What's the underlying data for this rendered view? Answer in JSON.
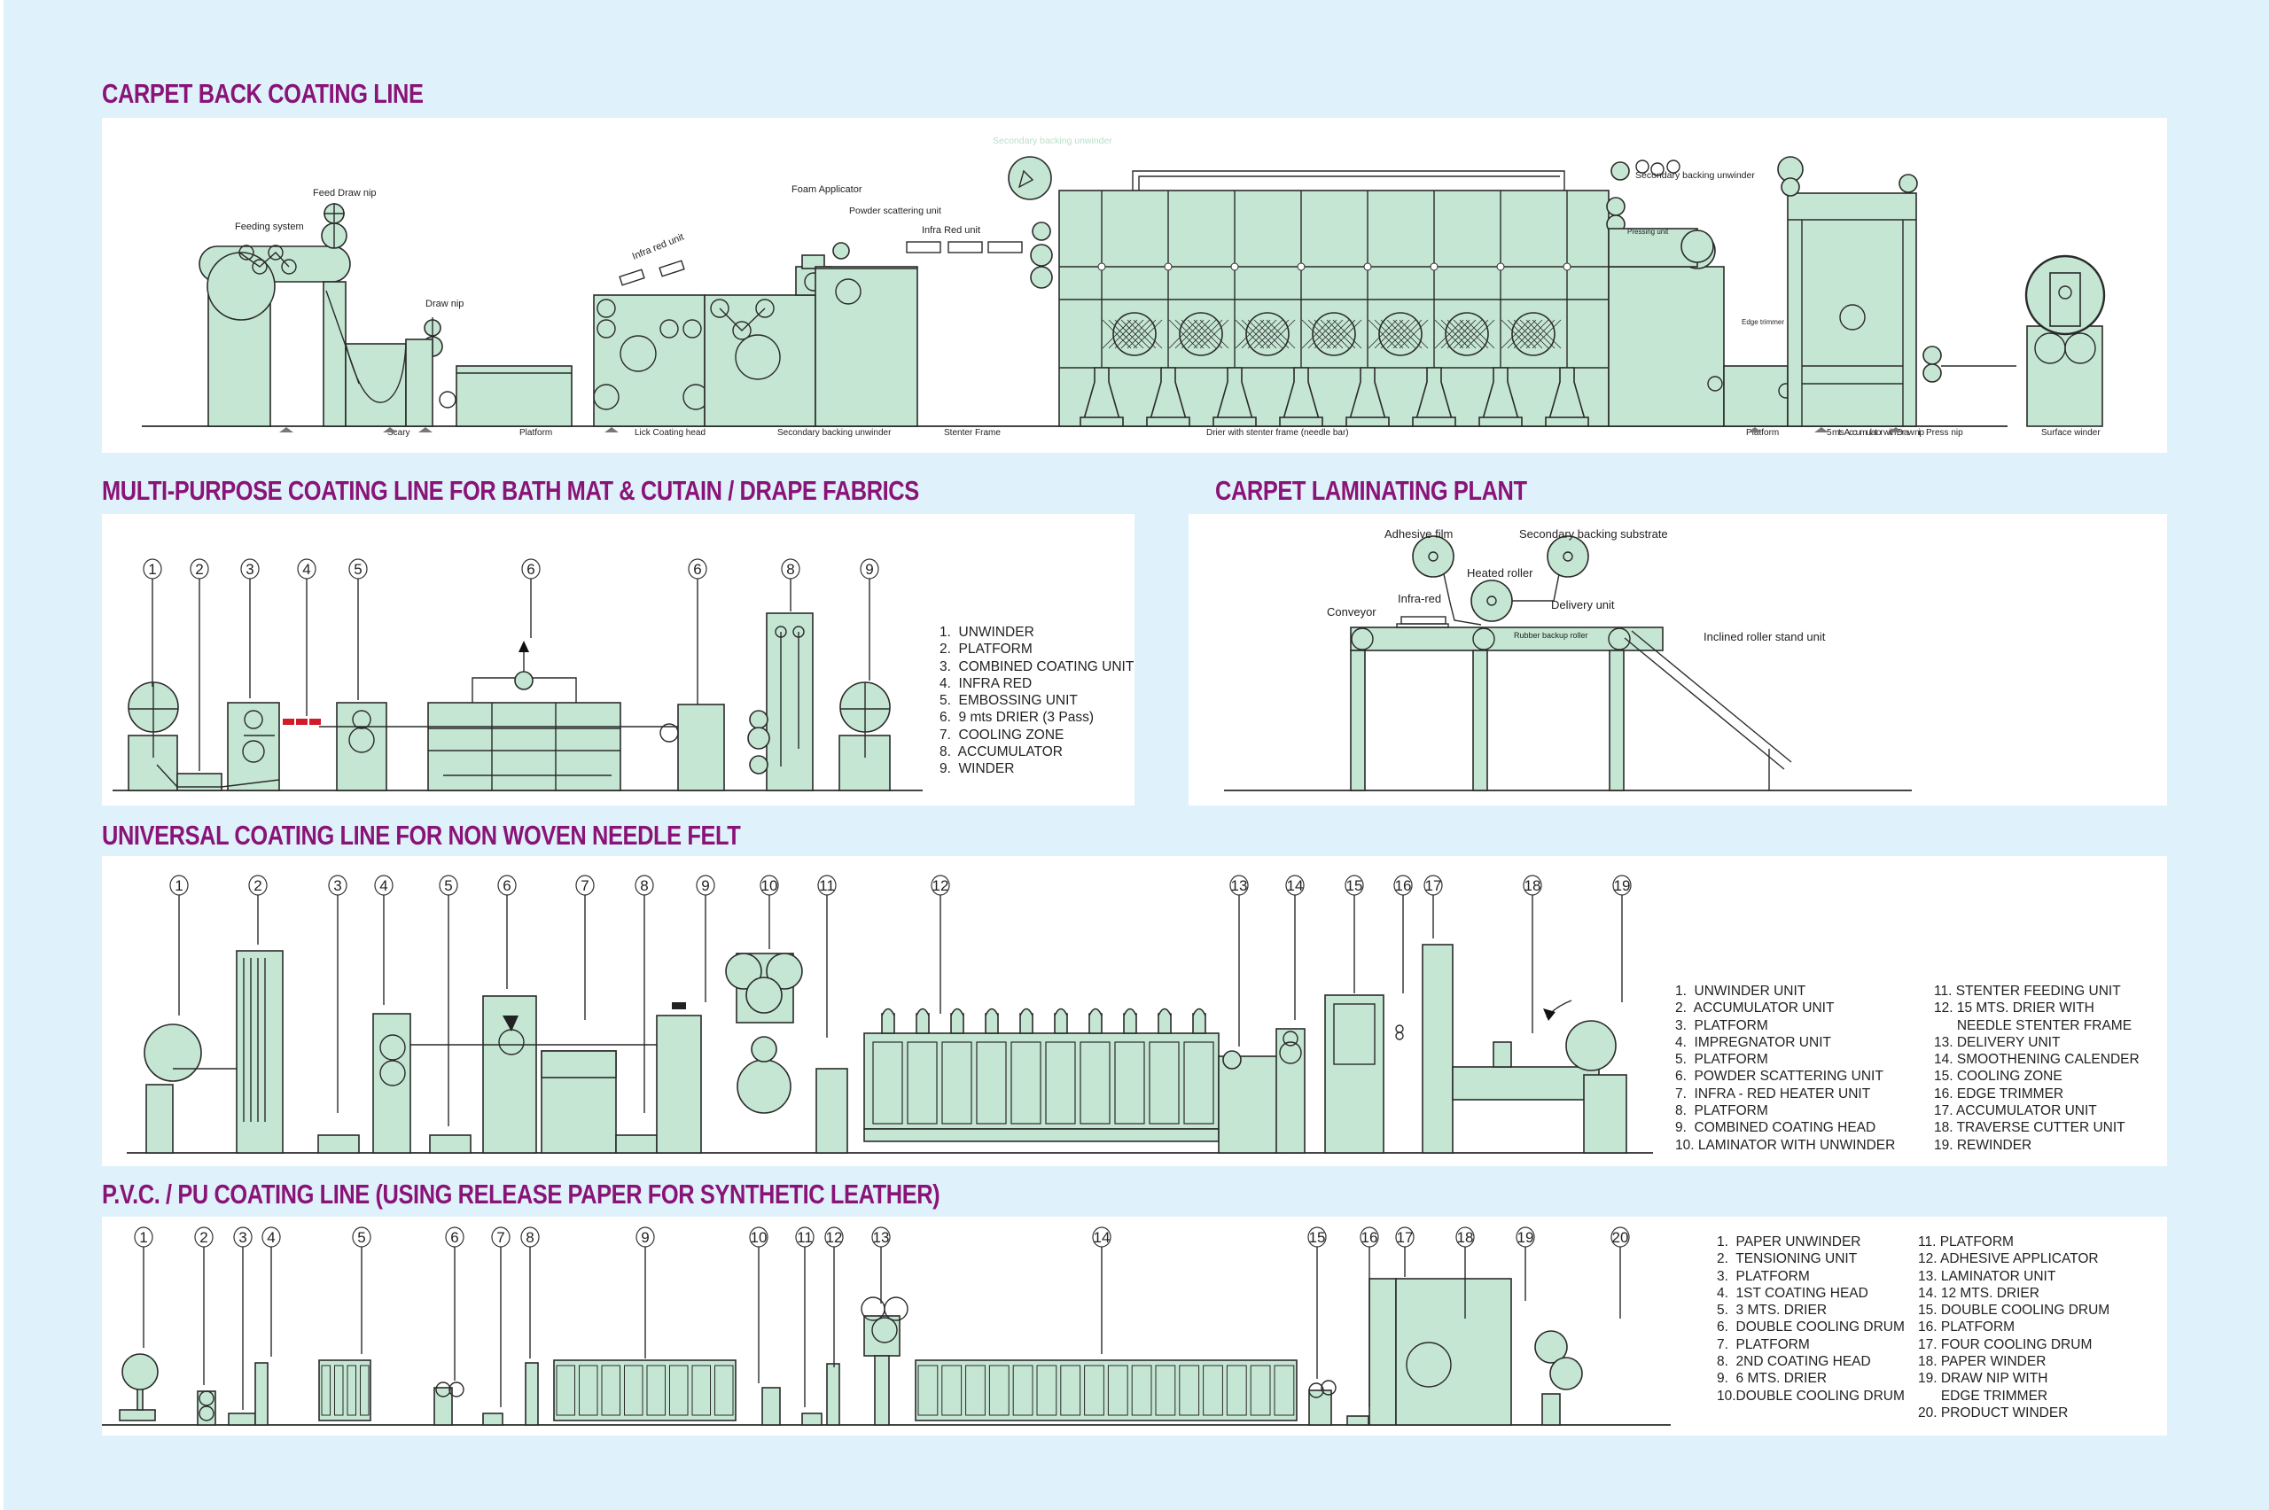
{
  "colors": {
    "background": "#dff2fc",
    "title": "#8a1377",
    "machine_fill": "#c5e6d3",
    "line": "#2a2a2a",
    "infra_red": "#d11b2a"
  },
  "sections": {
    "carpet_back": {
      "title": "CARPET BACK COATING LINE",
      "labels": {
        "feeding_system": "Feeding system",
        "feed_draw_nip": "Feed Draw nip",
        "draw_nip": "Draw nip",
        "infra_red_unit_1": "Infra red unit",
        "foam_applicator": "Foam Applicator",
        "powder_scattering": "Powder scattering unit",
        "infra_red_unit_2": "Infra Red unit",
        "secondary_backing_unwinder_top": "Secondary backing unwinder",
        "secondary_backing_unwinder_right": "Secondary backing unwinder",
        "pressing_unit": "Pressing unit",
        "edge_trimmer": "Edge trimmer"
      },
      "bottom_labels": [
        "Scary",
        "Platform",
        "Lick Coating head",
        "Secondary backing unwinder",
        "Stenter Frame",
        "Drier with stenter frame (needle bar)",
        "Platform",
        "5 mts Accumulator with Draw nip",
        "Press nip",
        "Surface winder"
      ]
    },
    "multi_purpose": {
      "title": "MULTI-PURPOSE COATING LINE FOR BATH MAT & CUTAIN / DRAPE FABRICS",
      "callouts": [
        "1",
        "2",
        "3",
        "4",
        "5",
        "6",
        "6",
        "8",
        "9"
      ],
      "legend": [
        "1.  UNWINDER",
        "2.  PLATFORM",
        "3.  COMBINED COATING UNIT",
        "4.  INFRA RED",
        "5.  EMBOSSING UNIT",
        "6.  9 mts DRIER (3 Pass)",
        "7.  COOLING ZONE",
        "8.  ACCUMULATOR",
        "9.  WINDER"
      ]
    },
    "laminating": {
      "title": "CARPET LAMINATING PLANT",
      "labels": {
        "adhesive_film": "Adhesive film",
        "secondary_backing_substrate": "Secondary backing substrate",
        "heated_roller": "Heated roller",
        "infra_red": "Infra-red",
        "delivery_unit": "Delivery unit",
        "conveyor": "Conveyor",
        "rubber_backup_roller": "Rubber backup roller",
        "inclined_roller_stand": "Inclined roller stand unit"
      }
    },
    "universal": {
      "title": "UNIVERSAL COATING LINE FOR NON WOVEN NEEDLE FELT",
      "callouts": [
        "1",
        "2",
        "3",
        "4",
        "5",
        "6",
        "7",
        "8",
        "9",
        "10",
        "11",
        "12",
        "13",
        "14",
        "15",
        "16",
        "17",
        "18",
        "19"
      ],
      "legend_left": [
        "1.  UNWINDER UNIT",
        "2.  ACCUMULATOR UNIT",
        "3.  PLATFORM",
        "4.  IMPREGNATOR UNIT",
        "5.  PLATFORM",
        "6.  POWDER SCATTERING UNIT",
        "7.  INFRA - RED HEATER UNIT",
        "8.  PLATFORM",
        "9.  COMBINED COATING HEAD",
        "10. LAMINATOR WITH UNWINDER"
      ],
      "legend_right": [
        "11. STENTER FEEDING UNIT",
        "12. 15 MTS. DRIER WITH",
        "      NEEDLE STENTER FRAME",
        "13. DELIVERY UNIT",
        "14. SMOOTHENING CALENDER",
        "15. COOLING ZONE",
        "16. EDGE TRIMMER",
        "17. ACCUMULATOR UNIT",
        "18. TRAVERSE CUTTER UNIT",
        "19. REWINDER"
      ]
    },
    "pvc_pu": {
      "title": "P.V.C. / PU COATING LINE (USING RELEASE PAPER FOR SYNTHETIC LEATHER)",
      "callouts": [
        "1",
        "2",
        "3",
        "4",
        "5",
        "6",
        "7",
        "8",
        "9",
        "10",
        "11",
        "12",
        "13",
        "14",
        "15",
        "16",
        "17",
        "18",
        "19",
        "20"
      ],
      "legend_left": [
        "1.  PAPER UNWINDER",
        "2.  TENSIONING UNIT",
        "3.  PLATFORM",
        "4.  1ST COATING HEAD",
        "5.  3 MTS. DRIER",
        "6.  DOUBLE COOLING DRUM",
        "7.  PLATFORM",
        "8.  2ND COATING HEAD",
        "9.  6 MTS. DRIER",
        "10.DOUBLE COOLING DRUM"
      ],
      "legend_right": [
        "11. PLATFORM",
        "12. ADHESIVE APPLICATOR",
        "13. LAMINATOR UNIT",
        "14. 12 MTS. DRIER",
        "15. DOUBLE COOLING DRUM",
        "16. PLATFORM",
        "17. FOUR COOLING DRUM",
        "18. PAPER WINDER",
        "19. DRAW NIP WITH",
        "      EDGE TRIMMER",
        "20. PRODUCT WINDER"
      ]
    }
  }
}
